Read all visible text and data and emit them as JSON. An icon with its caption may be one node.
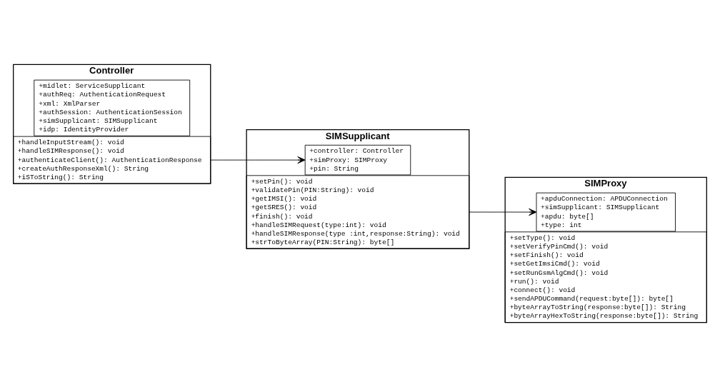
{
  "diagram": {
    "nodes": [
      {
        "text": [
          "Controller"
        ]
      },
      {
        "text": [
          "+midlet: ServiceSupplicant",
          "+authReq: AuthenticationRequest",
          "+xml: XmlParser",
          "+authSession: AuthenticationSession",
          "+simSupplicant: SIMSupplicant",
          "+idp: IdentityProvider"
        ],
        "in": 0
      },
      {
        "text": [
          "+handleInputStream(): void",
          "+handleSIMResponse(): void",
          "+authenticateClient(): AuthenticationResponse",
          "+createAuthResponseXml(): String",
          "+iSToString(): String"
        ],
        "in": 0
      },
      {
        "text": [
          "SIMSupplicant"
        ]
      },
      {
        "text": [
          "+controller: Controller",
          "+simProxy: SIMProxy",
          "+pin: String"
        ],
        "in": 3
      },
      {
        "text": [
          "+setPin(): void",
          "+validatePin(PIN:String): void",
          "+getIMSI(): void",
          "+getSRES(): void",
          "+finish(): void",
          "+handleSIMRequest(type:int): void",
          "+handleSIMResponse(type :int,response:String): void",
          "+strToByteArray(PIN:String): byte[]"
        ],
        "in": 3
      },
      {
        "text": [
          "SIMProxy"
        ]
      },
      {
        "text": [
          "+apduConnection: APDUConnection",
          "+simSupplicant: SIMSupplicant",
          "+apdu: byte[]",
          "+type: int"
        ],
        "in": 6
      },
      {
        "text": [
          "+setType(): void",
          "+setVerifyPinCmd(): void",
          "+setFinish(): void",
          "+setGetImsiCmd(): void",
          "+setRunGsmAlgCmd(): void",
          "+run(): void",
          "+connect(): void",
          "+sendAPDUCommand(request:byte[]): byte[]",
          "+byteArrayToString(response:byte[]): String",
          "+byteArrayHexToString(response:byte[]): String"
        ],
        "in": 6
      }
    ],
    "edges": [
      {
        "from": 0,
        "to": 3,
        "arrow": "to"
      },
      {
        "from": 3,
        "to": 6,
        "arrow": "to"
      }
    ]
  }
}
